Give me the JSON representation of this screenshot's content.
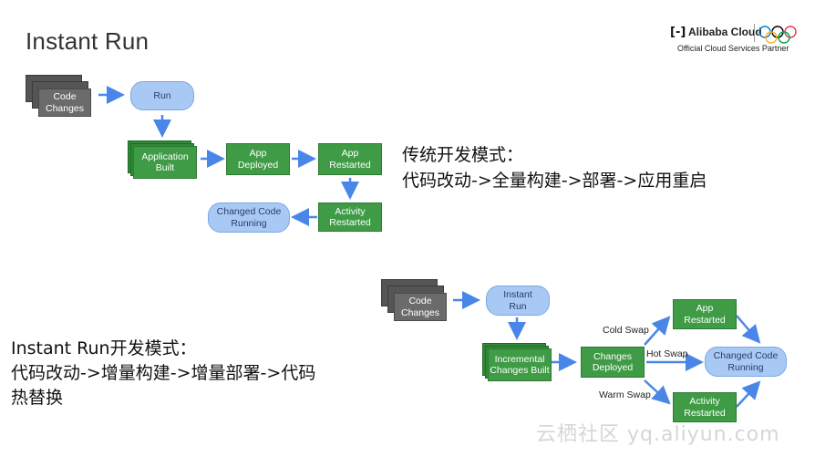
{
  "title": "Instant Run",
  "logo": {
    "brand": "Alibaba Cloud",
    "subtitle": "Official Cloud Services Partner"
  },
  "traditional": {
    "code_changes": [
      "Code",
      "Changes"
    ],
    "run": "Run",
    "app_built": [
      "Application",
      "Built"
    ],
    "app_deployed": [
      "App",
      "Deployed"
    ],
    "app_restarted": [
      "App",
      "Restarted"
    ],
    "activity_restarted": [
      "Activity",
      "Restarted"
    ],
    "changed_code_running": [
      "Changed Code",
      "Running"
    ],
    "description_line1": "传统开发模式：",
    "description_line2": "代码改动->全量构建->部署->应用重启"
  },
  "instant": {
    "code_changes": [
      "Code",
      "Changes"
    ],
    "instant_run": [
      "Instant",
      "Run"
    ],
    "incremental": [
      "Incremental",
      "Changes Built"
    ],
    "changes_deployed": [
      "Changes",
      "Deployed"
    ],
    "app_restarted": [
      "App",
      "Restarted"
    ],
    "activity_restarted": [
      "Activity",
      "Restarted"
    ],
    "changed_code_running": [
      "Changed Code",
      "Running"
    ],
    "cold_swap": "Cold Swap",
    "hot_swap": "Hot Swap",
    "warm_swap": "Warm Swap",
    "description_line1": "Instant Run开发模式：",
    "description_line2": "代码改动->增量构建->增量部署->代码",
    "description_line3": "热替换"
  },
  "watermark": "云栖社区 yq.aliyun.com",
  "colors": {
    "green": "#3f9b45",
    "gray": "#6b6b6b",
    "blue": "#a9c9f5",
    "arrow": "#4a86e8"
  }
}
